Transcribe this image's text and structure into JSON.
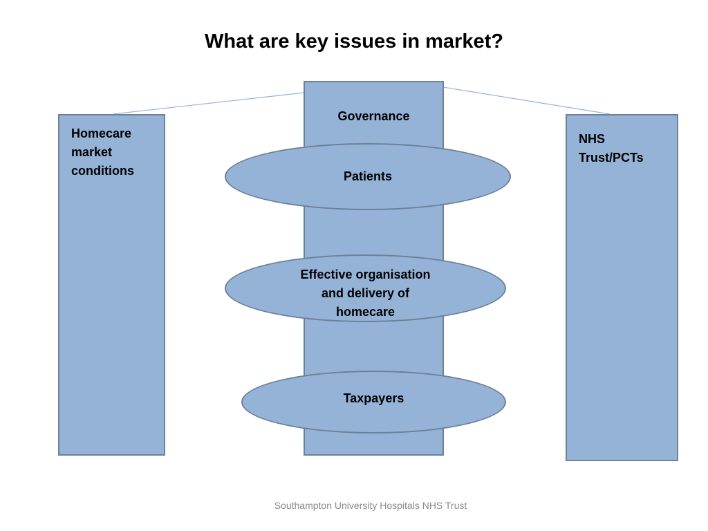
{
  "title": "What are key issues in market?",
  "left_box": {
    "lines": [
      "Homecare",
      "market",
      "conditions"
    ]
  },
  "center_box": {
    "label": "Governance"
  },
  "right_box": {
    "lines": [
      "NHS",
      "Trust/PCTs"
    ]
  },
  "ellipses": [
    {
      "lines": [
        "Patients"
      ]
    },
    {
      "lines": [
        "Effective organisation",
        "and delivery of",
        "homecare"
      ]
    },
    {
      "lines": [
        "Taxpayers"
      ]
    }
  ],
  "footer": "Southampton University Hospitals NHS Trust",
  "colors": {
    "fill": "#95b3d7",
    "border": "#6c8099",
    "connector": "#95b3d7"
  }
}
